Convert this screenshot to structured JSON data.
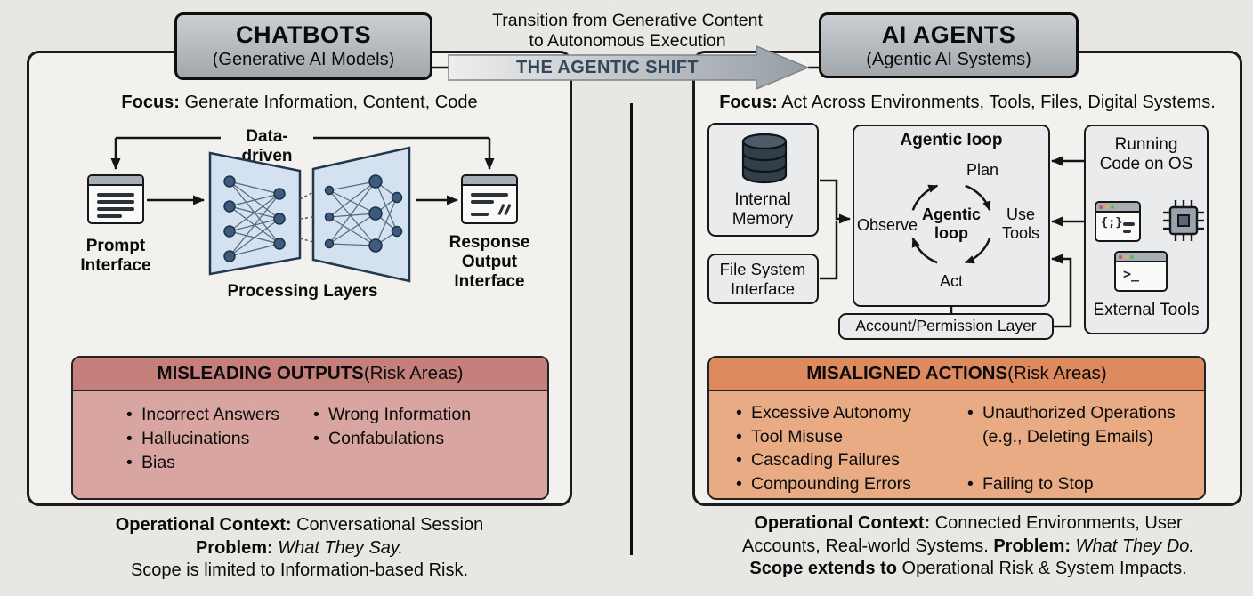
{
  "transition": {
    "caption_line1": "Transition from Generative Content",
    "caption_line2": "to Autonomous Execution",
    "arrow_label": "THE AGENTIC SHIFT"
  },
  "chatbots": {
    "title": "CHATBOTS",
    "subtitle": "(Generative AI Models)",
    "focus_label": "Focus:",
    "focus_text": " Generate Information, Content, Code",
    "flow": {
      "data_driven": "Data-driven",
      "prompt_interface": "Prompt Interface",
      "processing_layers": "Processing Layers",
      "response_output": "Response Output Interface"
    },
    "risk": {
      "title_bold": "MISLEADING OUTPUTS",
      "title_rest": " (Risk Areas)",
      "col1": [
        "Incorrect Answers",
        "Hallucinations",
        "Bias"
      ],
      "col2": [
        "Wrong Information",
        "Confabulations"
      ]
    },
    "footer": {
      "line1_bold": "Operational Context:",
      "line1_text": " Conversational Session",
      "line2_bold": "Problem:",
      "line2_italic": " What They Say.",
      "line3": "Scope is limited to Information-based Risk."
    }
  },
  "agents": {
    "title": "AI AGENTS",
    "subtitle": "(Agentic AI Systems)",
    "focus_label": "Focus:",
    "focus_text": " Act Across Environments, Tools, Files, Digital Systems.",
    "components": {
      "internal_memory": "Internal Memory",
      "file_system": "File System Interface",
      "account_layer": "Account/Permission Layer",
      "running_code": "Running Code on OS",
      "external_tools": "External Tools",
      "loop_title": "Agentic loop",
      "loop_center": "Agentic loop",
      "loop_plan": "Plan",
      "loop_use_tools": "Use Tools",
      "loop_act": "Act",
      "loop_observe": "Observe",
      "code_glyph": "{;}",
      "terminal_glyph": ">_"
    },
    "risk": {
      "title_bold": "MISALIGNED ACTIONS",
      "title_rest": " (Risk Areas)",
      "col1": [
        "Excessive Autonomy",
        "Tool Misuse",
        "Cascading Failures",
        "Compounding Errors"
      ],
      "col2_item1": "Unauthorized Operations",
      "col2_item1_note": "(e.g., Deleting Emails)",
      "col2_item2": "Failing to Stop"
    },
    "footer": {
      "line1_bold": "Operational Context:",
      "line1_text": " Connected Environments, User",
      "line2_pre": "Accounts, Real-world Systems. ",
      "line2_bold": "Problem:",
      "line2_italic": " What They Do.",
      "line3_bold": "Scope extends to",
      "line3_text": " Operational Risk & System Impacts."
    }
  }
}
